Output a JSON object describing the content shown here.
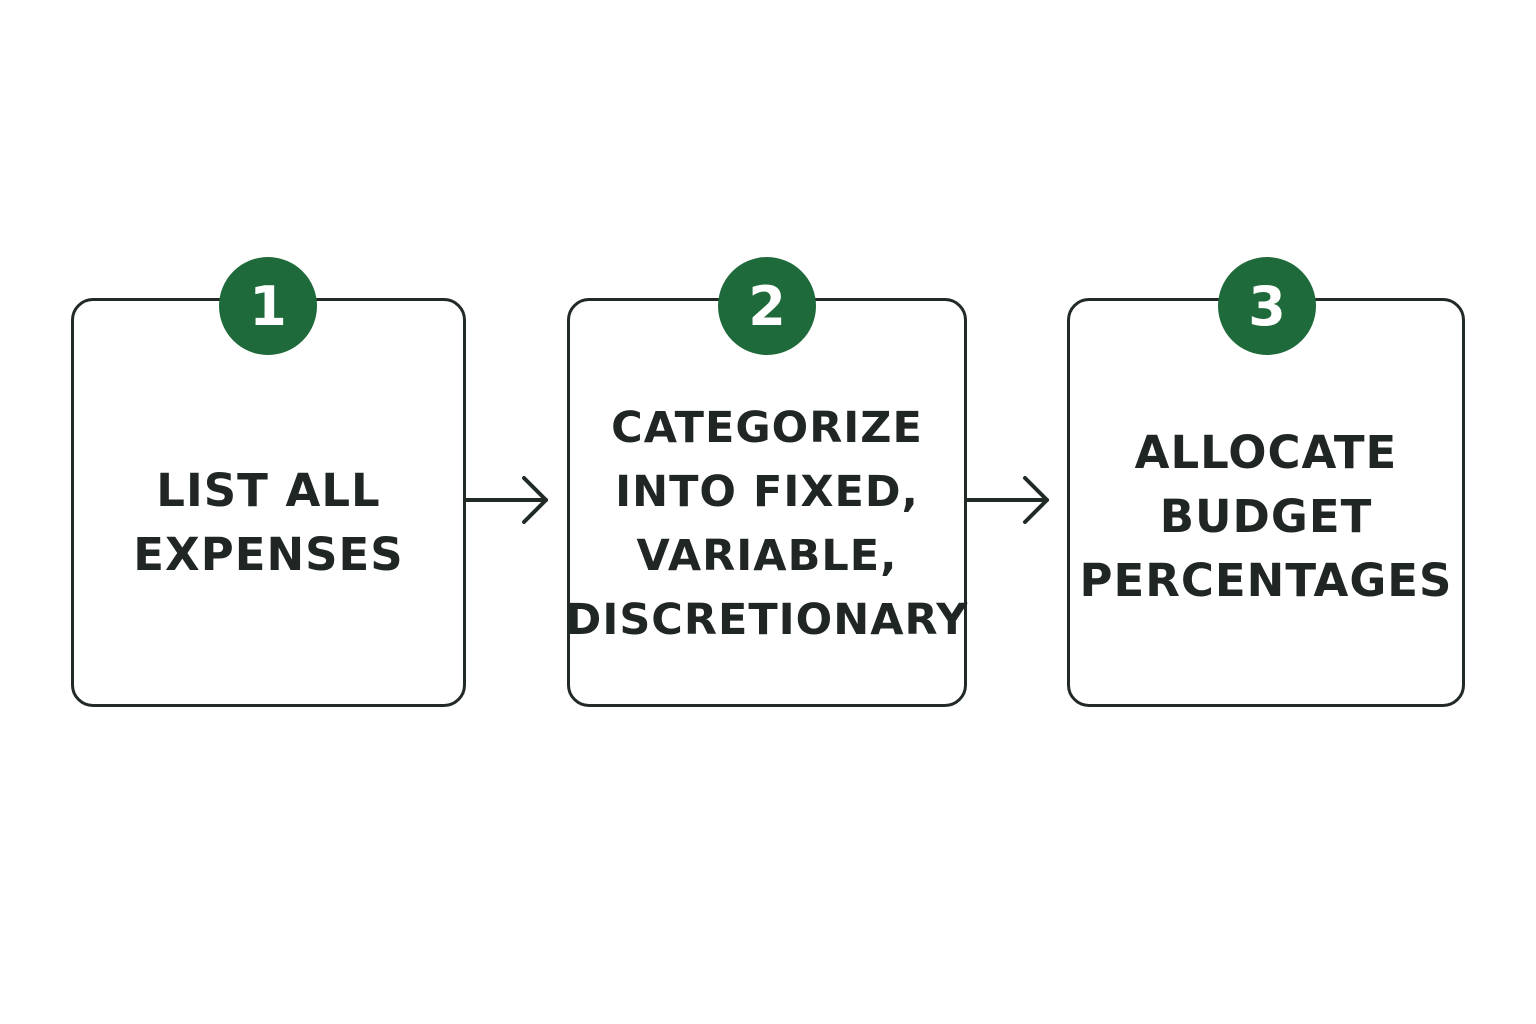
{
  "colors": {
    "badge_fill": "#1e6a3a",
    "outline": "#222a26",
    "text": "#1f2623",
    "badge_text": "#ffffff"
  },
  "steps": [
    {
      "number": "1",
      "label": "LIST ALL\nEXPENSES"
    },
    {
      "number": "2",
      "label": "CATEGORIZE\nINTO FIXED,\nVARIABLE,\nDISCRETIONARY"
    },
    {
      "number": "3",
      "label": "ALLOCATE\nBUDGET\nPERCENTAGES"
    }
  ],
  "connectors": [
    {
      "from": "1",
      "to": "2",
      "icon": "arrow-right-icon"
    },
    {
      "from": "2",
      "to": "3",
      "icon": "arrow-right-icon"
    }
  ]
}
